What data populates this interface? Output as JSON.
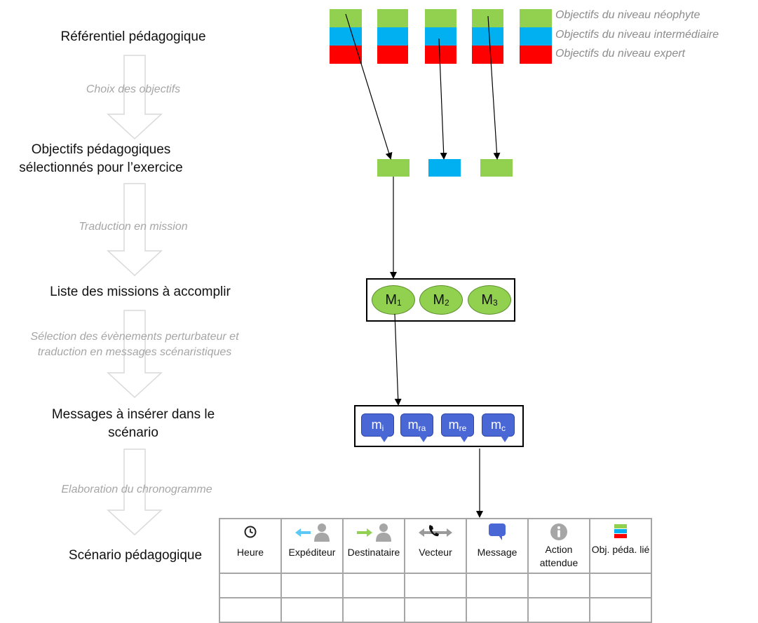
{
  "stages": [
    "Référentiel pédagogique",
    "Objectifs pédagogiques sélectionnés pour l’exercice",
    "Liste des missions à accomplir",
    "Messages à insérer dans le scénario",
    "Scénario pédagogique"
  ],
  "steps": [
    "Choix des objectifs",
    "Traduction en mission",
    "Sélection des évènements perturbateur et traduction en messages scénaristiques",
    "Elaboration du chronogramme"
  ],
  "legend": {
    "neophyte": "Objectifs du niveau néophyte",
    "intermediaire": "Objectifs du niveau intermédiaire",
    "expert": "Objectifs du niveau expert"
  },
  "colors": {
    "neophyte": "#92d050",
    "intermediaire": "#00b0f0",
    "expert": "#ff0000",
    "mission": "#92d050",
    "message": "#4a67d6",
    "arrow_outline": "#d9d9d9",
    "step_text": "#a6a6a6",
    "legend_text": "#8c8c8c",
    "table_border": "#a6a6a6"
  },
  "selected_objectives": [
    "neophyte",
    "intermediaire",
    "neophyte"
  ],
  "missions": [
    {
      "base": "M",
      "sub": "1"
    },
    {
      "base": "M",
      "sub": "2"
    },
    {
      "base": "M",
      "sub": "3"
    }
  ],
  "messages": [
    {
      "base": "m",
      "sub": "i"
    },
    {
      "base": "m",
      "sub": "ra"
    },
    {
      "base": "m",
      "sub": "re"
    },
    {
      "base": "m",
      "sub": "c"
    }
  ],
  "table": {
    "columns": [
      {
        "label": "Heure",
        "icon": "clock-icon"
      },
      {
        "label": "Expéditeur",
        "icon": "sender-person-icon"
      },
      {
        "label": "Destinataire",
        "icon": "recipient-person-icon"
      },
      {
        "label": "Vecteur",
        "icon": "phone-arrows-icon"
      },
      {
        "label": "Message",
        "icon": "message-bubble-icon"
      },
      {
        "label": "Action attendue",
        "icon": "info-icon"
      },
      {
        "label": "Obj. péda. lié",
        "icon": "objective-stack-icon"
      }
    ],
    "empty_rows": 2
  }
}
